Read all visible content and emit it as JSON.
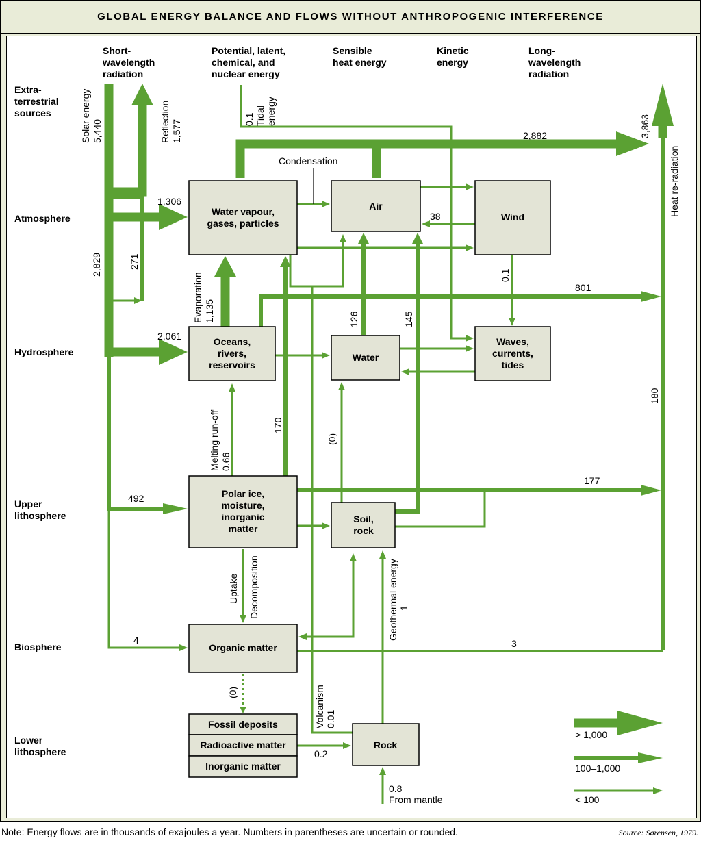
{
  "title": "GLOBAL ENERGY BALANCE AND FLOWS WITHOUT ANTHROPOGENIC INTERFERENCE",
  "columns": {
    "short_wave": [
      "Short-",
      "wavelength",
      "radiation"
    ],
    "potential": [
      "Potential, latent,",
      "chemical, and",
      "nuclear energy"
    ],
    "sensible": [
      "Sensible",
      "heat energy"
    ],
    "kinetic": [
      "Kinetic",
      "energy"
    ],
    "long_wave": [
      "Long-",
      "wavelength",
      "radiation"
    ]
  },
  "rows": {
    "extraterrestrial": [
      "Extra-",
      "terrestrial",
      "sources"
    ],
    "atmosphere": [
      "Atmosphere"
    ],
    "hydrosphere": [
      "Hydrosphere"
    ],
    "upper_lithosphere": [
      "Upper",
      "lithosphere"
    ],
    "biosphere": [
      "Biosphere"
    ],
    "lower_lithosphere": [
      "Lower",
      "lithosphere"
    ]
  },
  "boxes": {
    "water_vapour": [
      "Water vapour,",
      "gases, particles"
    ],
    "air": [
      "Air"
    ],
    "wind": [
      "Wind"
    ],
    "oceans": [
      "Oceans,",
      "rivers,",
      "reservoirs"
    ],
    "water": [
      "Water"
    ],
    "waves": [
      "Waves,",
      "currents,",
      "tides"
    ],
    "polar_ice": [
      "Polar ice,",
      "moisture,",
      "inorganic",
      "matter"
    ],
    "soil": [
      "Soil,",
      "rock"
    ],
    "organic": [
      "Organic matter"
    ],
    "fossil": [
      "Fossil deposits"
    ],
    "radioactive": [
      "Radioactive matter"
    ],
    "inorganic": [
      "Inorganic matter"
    ],
    "rock": [
      "Rock"
    ]
  },
  "labels": {
    "solar": [
      "Solar energy",
      "5,440"
    ],
    "reflection": [
      "Reflection",
      "1,577"
    ],
    "tidal": [
      "0.1",
      "Tidal",
      "energy"
    ],
    "heat_total": "3,863",
    "heat_reradiation": "Heat re-radiation",
    "flow_2882": "2,882",
    "condensation": "Condensation",
    "flow_1306": "1,306",
    "flow_2829": "2,829",
    "flow_271": "271",
    "flow_38": "38",
    "evaporation": [
      "Evaporation",
      "1,135"
    ],
    "flow_wind_waves": "0.1",
    "flow_801": "801",
    "flow_2061": "2,061",
    "flow_126": "126",
    "flow_145": "145",
    "melting": [
      "Melting run-off",
      "0.66"
    ],
    "flow_170": "170",
    "flow_uncertain_water": "(0)",
    "flow_180": "180",
    "flow_492": "492",
    "flow_177": "177",
    "uptake": "Uptake",
    "decomposition": "Decomposition",
    "geothermal": [
      "Geothermal energy",
      "1"
    ],
    "flow_4": "4",
    "flow_3": "3",
    "fossil_uncertain": "(0)",
    "volcanism": [
      "Volcanism",
      "0.01"
    ],
    "flow_02": "0.2",
    "mantle": [
      "0.8",
      "From mantle"
    ]
  },
  "legend": [
    {
      "size": "large",
      "label": "> 1,000"
    },
    {
      "size": "medium",
      "label": "100–1,000"
    },
    {
      "size": "small",
      "label": "< 100"
    }
  ],
  "flow_color": "#5ba133",
  "note": "Note: Energy flows are in thousands of exajoules a year. Numbers in parentheses are uncertain or rounded.",
  "source": "Source: Sørensen, 1979."
}
